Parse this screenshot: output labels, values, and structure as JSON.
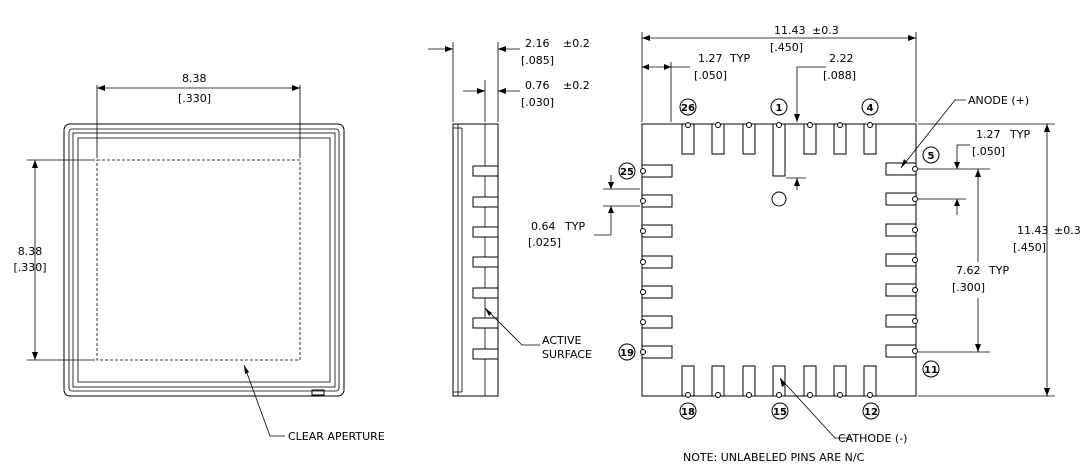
{
  "front_view": {
    "width_mm": "8.38",
    "width_in": "[.330]",
    "height_mm": "8.38",
    "height_in": "[.330]",
    "clear_aperture_label": "CLEAR APERTURE"
  },
  "side_view": {
    "thickness_mm": "2.16",
    "thickness_tol": "±0.2",
    "thickness_in": "[.085]",
    "window_mm": "0.76",
    "window_tol": "±0.2",
    "window_in": "[.030]",
    "pad_width_mm": "0.64",
    "pad_width_note": "TYP",
    "pad_width_in": "[.025]",
    "active_surface_label_1": "ACTIVE",
    "active_surface_label_2": "SURFACE"
  },
  "bottom_view": {
    "width_mm": "11.43",
    "width_tol": "±0.3",
    "width_in": "[.450]",
    "height_mm": "11.43",
    "height_tol": "±0.3",
    "height_in": "[.450]",
    "pitch_mm": "1.27",
    "pitch_note": "TYP",
    "pitch_in": "[.050]",
    "pitch2_mm": "1.27",
    "pitch2_note": "TYP",
    "pitch2_in": "[.050]",
    "pad_len_mm": "2.22",
    "pad_len_in": "[.088]",
    "span_mm": "7.62",
    "span_note": "TYP",
    "span_in": "[.300]",
    "anode_label": "ANODE (+)",
    "cathode_label": "CATHODE (-)",
    "pins": {
      "p1": "1",
      "p4": "4",
      "p5": "5",
      "p11": "11",
      "p12": "12",
      "p15": "15",
      "p18": "18",
      "p19": "19",
      "p25": "25",
      "p26": "26"
    },
    "note": "NOTE: UNLABELED PINS ARE N/C"
  }
}
